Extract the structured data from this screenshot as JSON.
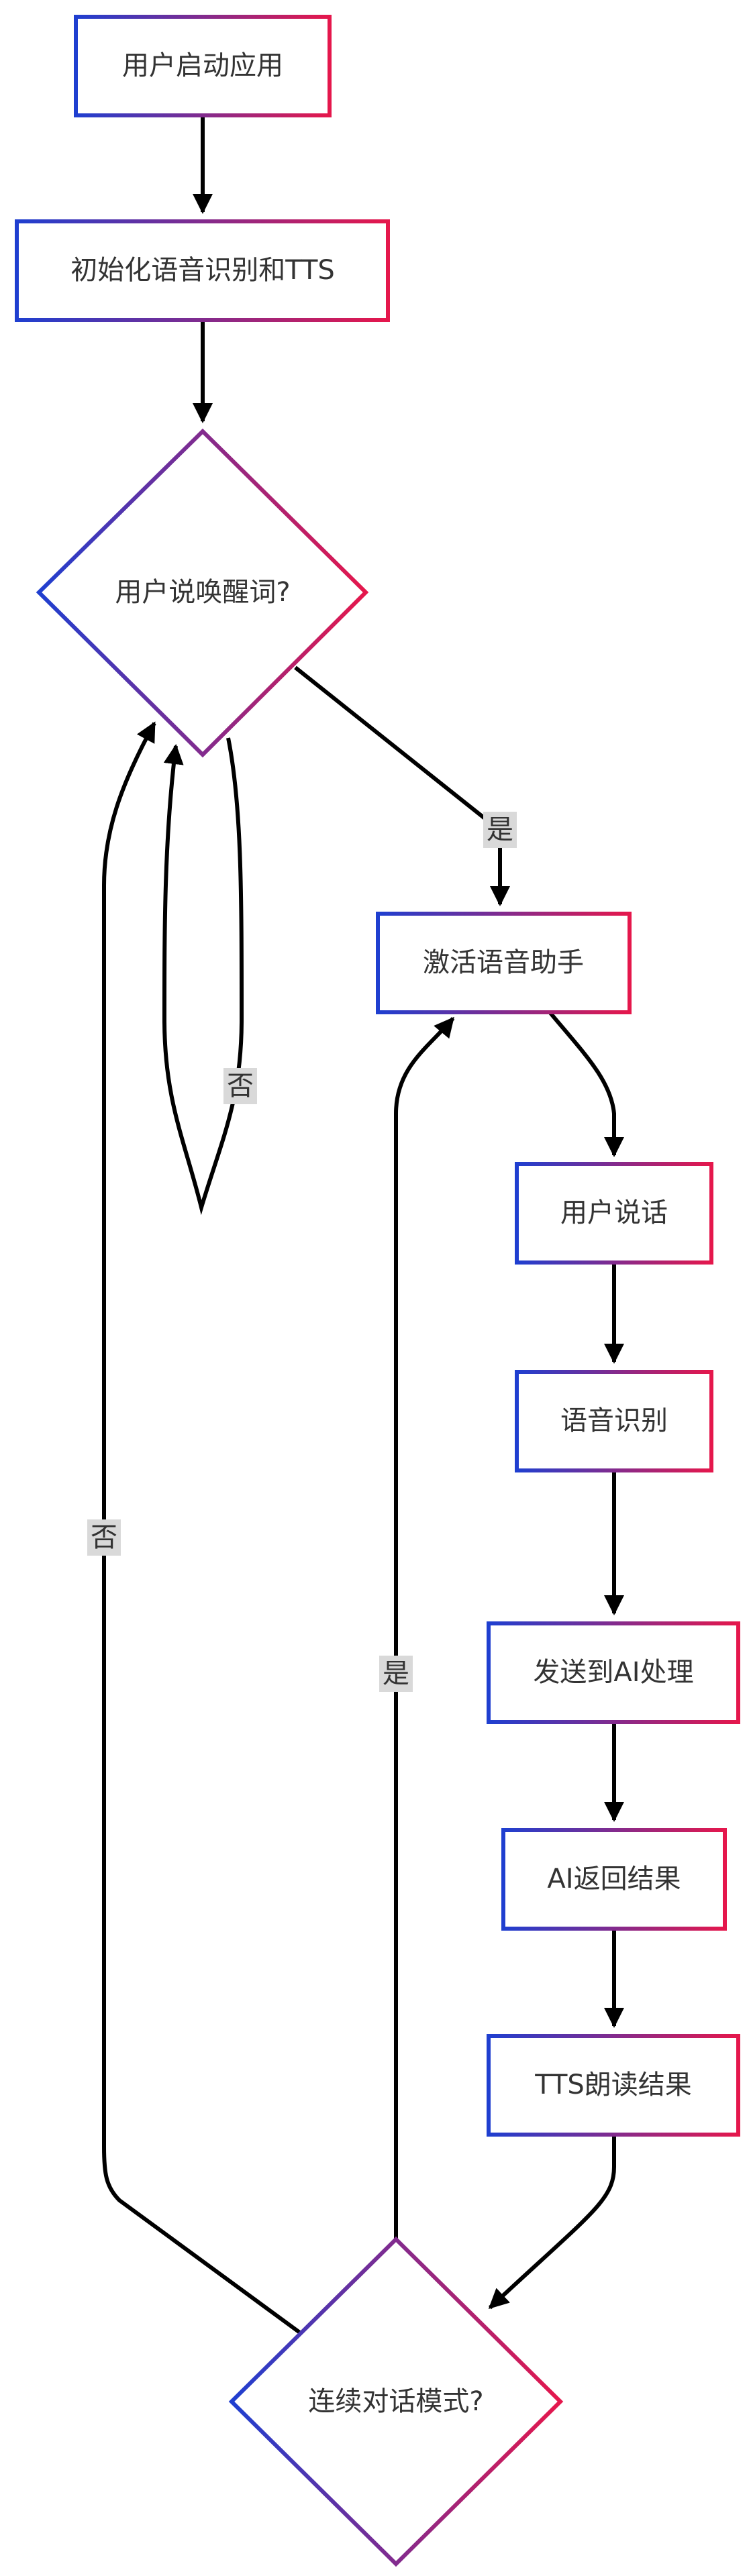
{
  "colors": {
    "gradient_start": "#1f3fd0",
    "gradient_end": "#e5174c",
    "node_fill": "#ffffff",
    "edge": "#000000",
    "label_bg": "#d9d9d9",
    "text": "#333333"
  },
  "nodes": {
    "start": "用户启动应用",
    "init": "初始化语音识别和TTS",
    "wake_decision": "用户说唤醒词?",
    "activate": "激活语音助手",
    "user_speaks": "用户说话",
    "recognize": "语音识别",
    "send_ai": "发送到AI处理",
    "ai_return": "AI返回结果",
    "tts_read": "TTS朗读结果",
    "continuous_decision": "连续对话模式?"
  },
  "edge_labels": {
    "wake_yes": "是",
    "wake_no": "否",
    "continuous_yes": "是",
    "continuous_no": "否"
  }
}
